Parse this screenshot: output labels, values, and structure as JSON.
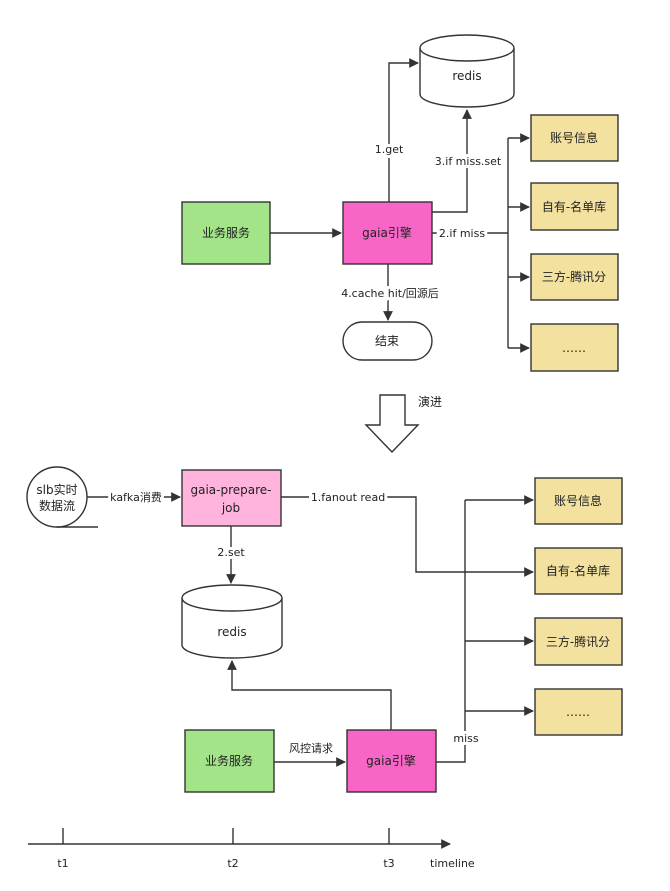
{
  "top": {
    "redis": "redis",
    "business": "业务服务",
    "engine": "gaia引擎",
    "end": "结束",
    "sources": [
      "账号信息",
      "自有-名单库",
      "三方-腾讯分",
      "……"
    ],
    "edges": {
      "get": "1.get",
      "if_miss_set": "3.if miss.set",
      "if_miss": "2.if miss",
      "cache_hit": "4.cache hit/回源后"
    }
  },
  "evolution_label": "演进",
  "bottom": {
    "stream": [
      "slb实时",
      "数据流"
    ],
    "kafka": "kafka消费",
    "prepare_job": [
      "gaia-prepare-",
      "job"
    ],
    "fanout": "1.fanout read",
    "set": "2.set",
    "redis": "redis",
    "business": "业务服务",
    "risk_request": "风控请求",
    "engine": "gaia引擎",
    "miss": "miss",
    "sources": [
      "账号信息",
      "自有-名单库",
      "三方-腾讯分",
      "……"
    ]
  },
  "timeline": {
    "label": "timeline",
    "ticks": [
      "t1",
      "t2",
      "t3"
    ]
  },
  "colors": {
    "green": "#a3e489",
    "pink": "#f766c6",
    "light_pink": "#ffb3dd",
    "yellow": "#f3e1a0",
    "stroke": "#333333"
  }
}
